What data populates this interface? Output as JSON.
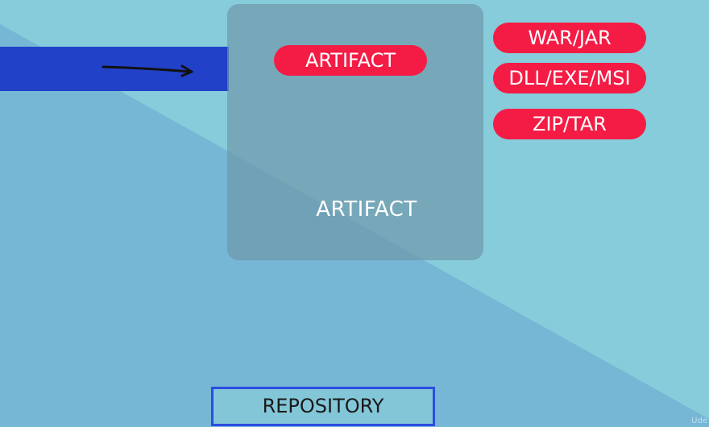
{
  "colors": {
    "background_light": "#86ccdb",
    "background_dark": "#75b7d5",
    "bar_blue": "#2141c8",
    "pill_red": "#f41c45",
    "box_gray": "#6e96a8",
    "repo_border": "#2d4de0"
  },
  "artifact_box": {
    "label": "ARTIFACT"
  },
  "artifact_pill": {
    "label": "ARTIFACT"
  },
  "formats": [
    {
      "label": "WAR/JAR"
    },
    {
      "label": "DLL/EXE/MSI"
    },
    {
      "label": "ZIP/TAR"
    }
  ],
  "repository": {
    "label": "REPOSITORY"
  },
  "watermark": "Ude"
}
